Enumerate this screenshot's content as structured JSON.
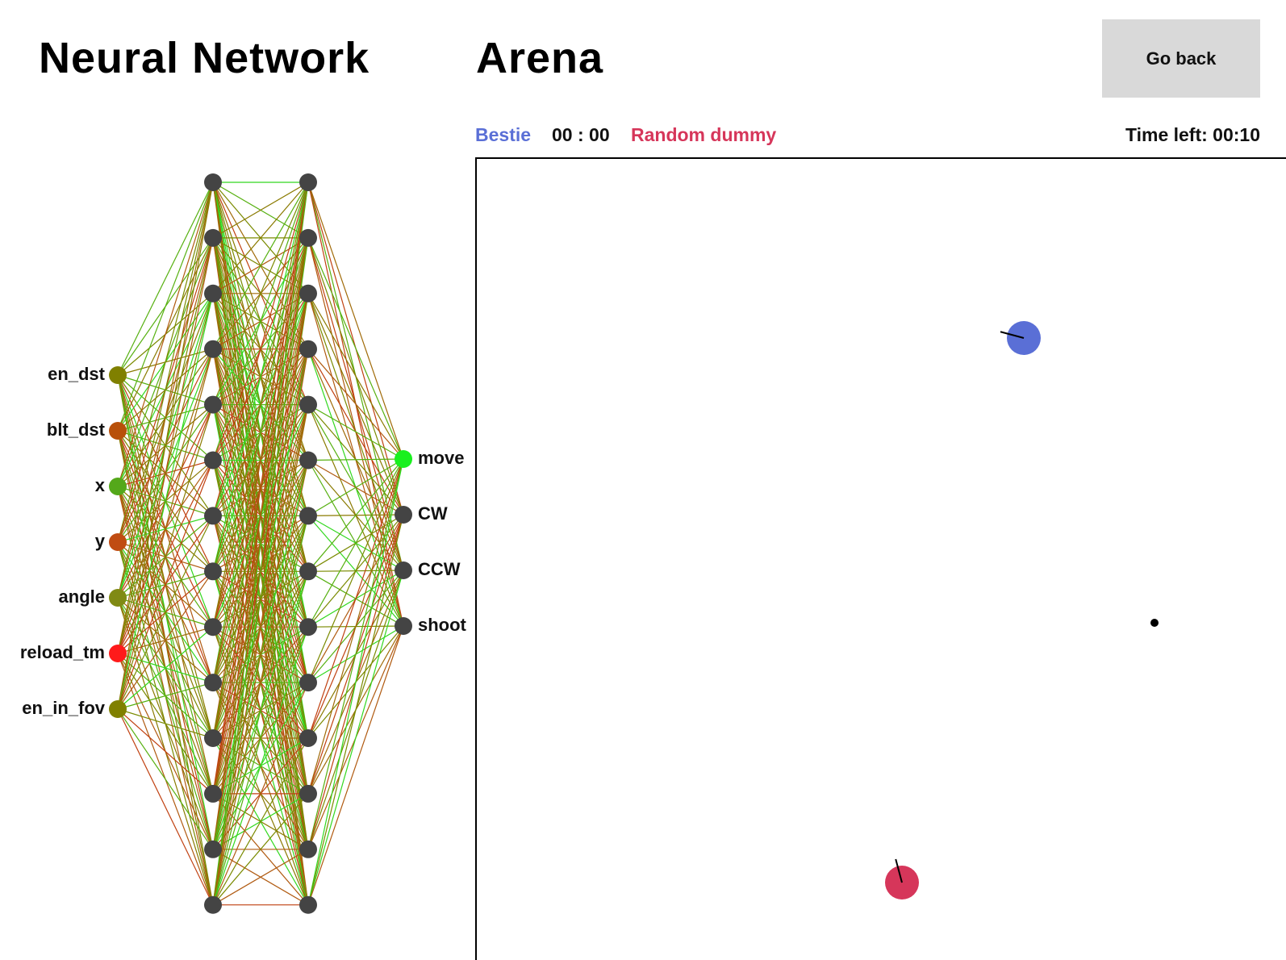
{
  "titles": {
    "network": "Neural Network",
    "arena": "Arena"
  },
  "buttons": {
    "go_back": "Go back"
  },
  "scoreboard": {
    "player1": "Bestie",
    "player1_color": "#5a6fd6",
    "clock": "00 : 00",
    "player2": "Random dummy",
    "player2_color": "#d6365a",
    "time_left": "Time left: 00:10"
  },
  "network": {
    "inputs": [
      {
        "label": "en_dst",
        "color": "#808000"
      },
      {
        "label": "blt_dst",
        "color": "#b8500a"
      },
      {
        "label": "x",
        "color": "#54a81a"
      },
      {
        "label": "y",
        "color": "#c04c12"
      },
      {
        "label": "angle",
        "color": "#808a14"
      },
      {
        "label": "reload_tm",
        "color": "#ff1a1a"
      },
      {
        "label": "en_in_fov",
        "color": "#808000"
      }
    ],
    "hidden_layers": 2,
    "hidden_nodes_per_layer": 14,
    "hidden_color": "#444444",
    "outputs": [
      {
        "label": "move",
        "color": "#19f01e"
      },
      {
        "label": "CW",
        "color": "#444444"
      },
      {
        "label": "CCW",
        "color": "#444444"
      },
      {
        "label": "shoot",
        "color": "#444444"
      }
    ],
    "edge_colors": [
      "#7a8a00",
      "#8a7a00",
      "#b05a10",
      "#56b010",
      "#32d81e",
      "#a06a08",
      "#c04010"
    ]
  },
  "arena": {
    "border_color": "#000000",
    "bots": [
      {
        "name": "Bestie",
        "color": "#5a6fd6",
        "heading_deg": 195
      },
      {
        "name": "Random dummy",
        "color": "#d6365a",
        "heading_deg": 255
      }
    ],
    "bullet_color": "#000000"
  }
}
